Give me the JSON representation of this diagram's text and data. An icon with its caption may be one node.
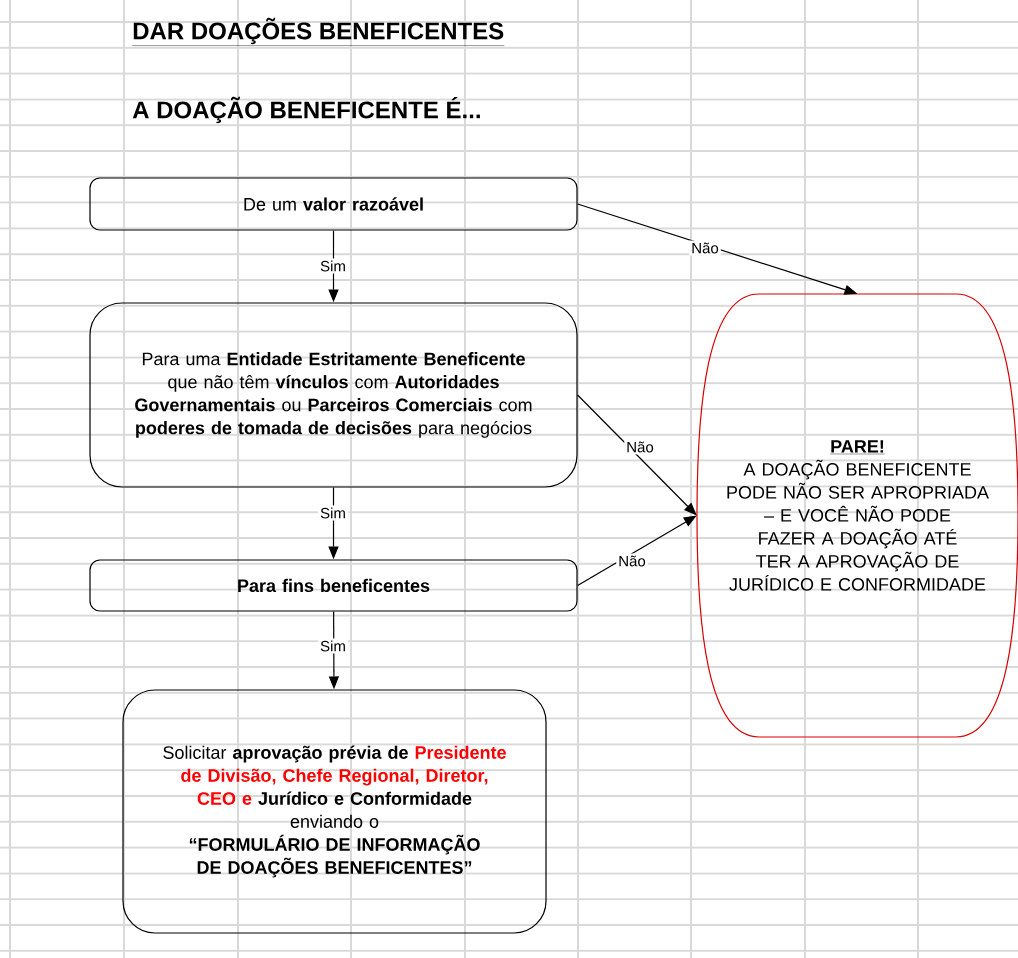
{
  "diagram": {
    "title": "DAR DOAÇÕES BENEFICENTES",
    "nodes": [
      {
        "text": [
          "De um **valor razoável**"
        ]
      },
      {
        "text": [
          "Para uma **Entidade Estritamente Beneficente** que não têm **vínculos** com **Autoridades Governamentais** ou **Parceiros Comerciais** com **poderes de tomada de decisões** para negócios"
        ]
      },
      {
        "text": [
          "Para fins beneficentes"
        ]
      },
      {
        "text": [
          "Solicitar **aprovação prévia de**",
          "Presidente de Divisão, Chefe Regional, Diretor, CEO e",
          "Jurídico e Conformidade",
          "enviando o",
          "“FORMULÁRIO DE INFORMAÇÃO DE DOAÇÕES BENEFICENTES”"
        ]
      },
      {
        "text": [
          "PARE!",
          "A DOAÇÃO BENEFICENTE PODE NÃO SER APROPRIADA – E VOCÊ NÃO PODE FAZER A DOAÇÃO ATÉ TER A APROVAÇÃO DE JURÍDICO E CONFORMIDADE"
        ]
      }
    ],
    "edges": [
      {
        "from": 0,
        "to": 1,
        "arrow": "to",
        "label": "Sim"
      },
      {
        "from": 1,
        "to": 2,
        "arrow": "to",
        "label": "Sim"
      },
      {
        "from": 2,
        "to": 3,
        "arrow": "to",
        "label": "Sim"
      },
      {
        "from": 0,
        "to": 4,
        "arrow": "to",
        "label": "Não"
      },
      {
        "from": 1,
        "to": 4,
        "arrow": "to",
        "label": "Não"
      },
      {
        "from": 2,
        "to": 4,
        "arrow": "to",
        "label": "Não"
      }
    ],
    "labels": [
      "A DOAÇÃO BENEFICENTE É..."
    ]
  }
}
